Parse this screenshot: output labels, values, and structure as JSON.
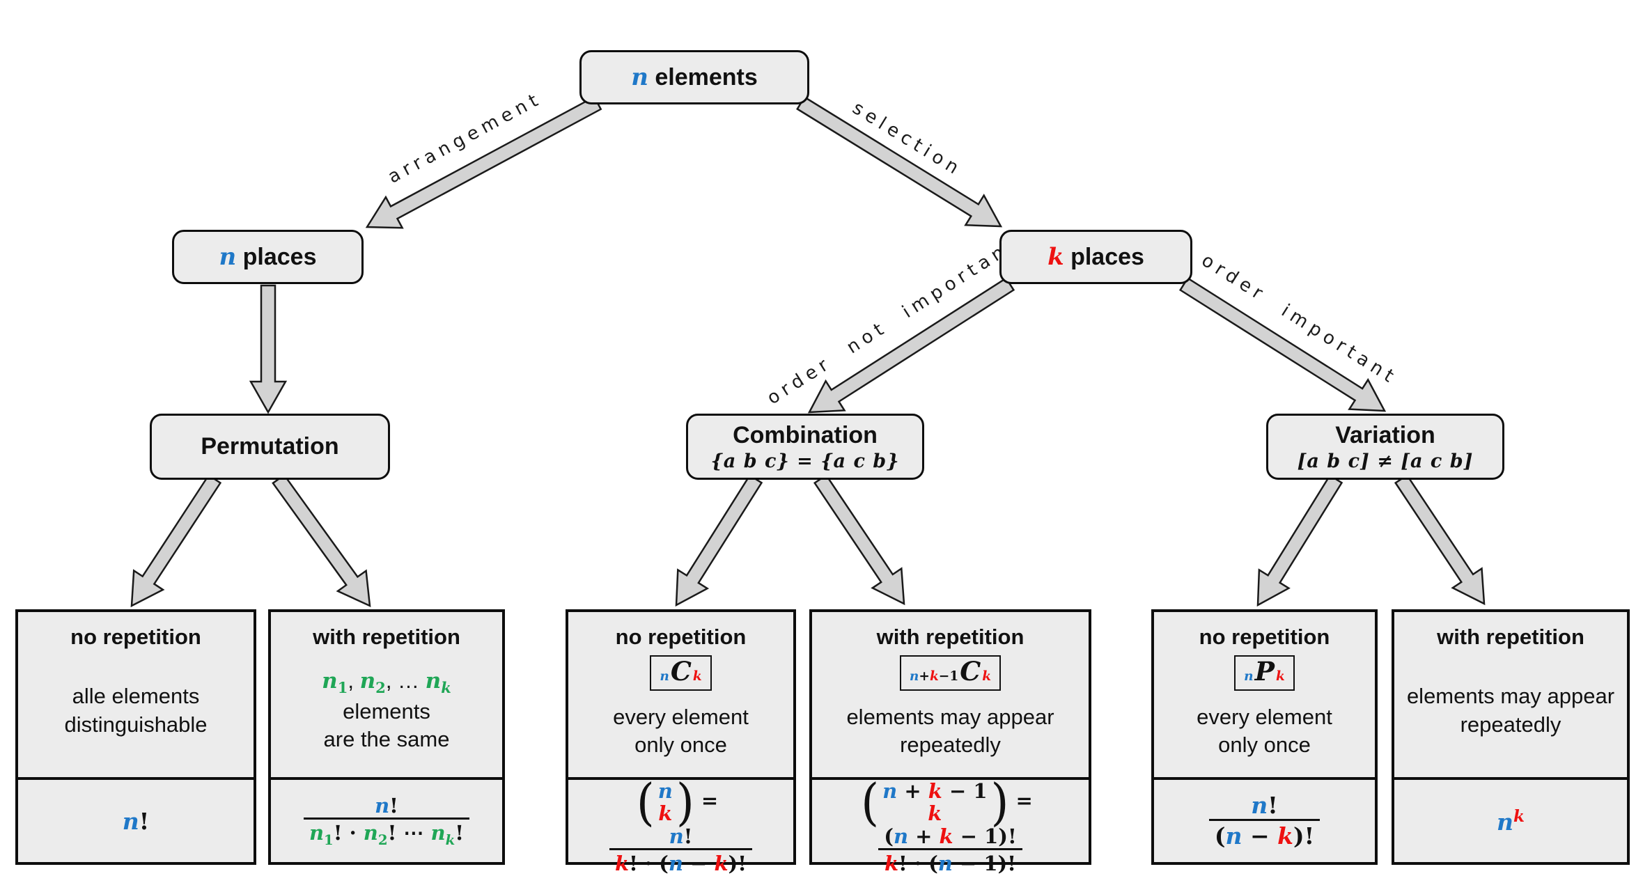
{
  "accent_colors": {
    "blue": "#1f78c8",
    "red": "#ee1111",
    "green": "#1fa656",
    "box_fill": "#ececec",
    "arrow_fill": "#d3d3d3"
  },
  "nodes": {
    "root": {
      "label_html": "<span class='vi b'>n</span> elements"
    },
    "n_places": {
      "label_html": "<span class='vi b'>n</span> places"
    },
    "k_places": {
      "label_html": "<span class='vi r'>k</span> places"
    },
    "permutation": {
      "title": "Permutation",
      "subtitle": ""
    },
    "combination": {
      "title": "Combination",
      "subtitle": "{a b c} = {a c b}"
    },
    "variation": {
      "title": "Variation",
      "subtitle": "[a b c] ≠ [a c b]"
    }
  },
  "edges": [
    {
      "from": "root",
      "to": "n_places",
      "label": "arrangement"
    },
    {
      "from": "root",
      "to": "k_places",
      "label": "selection"
    },
    {
      "from": "n_places",
      "to": "permutation",
      "label": ""
    },
    {
      "from": "k_places",
      "to": "combination",
      "label": "order not important"
    },
    {
      "from": "k_places",
      "to": "variation",
      "label": "order important"
    },
    {
      "from": "permutation",
      "to": "permutation-no-repetition",
      "label": ""
    },
    {
      "from": "permutation",
      "to": "permutation-with-repetition",
      "label": ""
    },
    {
      "from": "combination",
      "to": "combination-no-repetition",
      "label": ""
    },
    {
      "from": "combination",
      "to": "combination-with-repetition",
      "label": ""
    },
    {
      "from": "variation",
      "to": "variation-no-repetition",
      "label": ""
    },
    {
      "from": "variation",
      "to": "variation-with-repetition",
      "label": ""
    }
  ],
  "leaves": [
    {
      "id": "permutation-no-repetition",
      "heading": "no repetition",
      "desc_html": "alle elements<br>distinguishable",
      "formula_html": "<span class='vi b'>n</span>!"
    },
    {
      "id": "permutation-with-repetition",
      "heading": "with repetition",
      "desc_html": "<span class='vi g'>n</span><sub class='sb g'>1</sub>, <span class='vi g'>n</span><sub class='sb g'>2</sub>, … <span class='vi g'>n</span><sub class='sb vi g'>k</sub> elements<br>are the same",
      "formula_html": "<span class='frac'><span class='num'><span class='vi b'>n</span>!</span><span class='den'><span class='vi g'>n</span><sub class='sb g'>1</sub>! · <span class='vi g'>n</span><sub class='sb g'>2</sub>! ⋯ <span class='vi g'>n</span><sub class='sb vi g'>k</sub>!</span></span>"
    },
    {
      "id": "combination-no-repetition",
      "heading": "no repetition",
      "symbol_html": "<span class='sbox'><span class='presub'><span class='vi b'>n</span></span><span class='bigC'>C</span><span class='postsub'><span class='vi r'>k</span></span></span>",
      "desc_html": "every element<br>only once",
      "formula_html": "<span class='binom'><span class='paren'>(</span><span class='stack'><span><span class='vi b'>n</span></span><span><span class='vi r'>k</span></span></span><span class='paren'>)</span></span><span class='eq'>=</span><span class='frac'><span class='num'><span class='vi b'>n</span>!</span><span class='den'><span class='vi r'>k</span>! · (<span class='vi b'>n</span> − <span class='vi r'>k</span>)!</span></span>"
    },
    {
      "id": "combination-with-repetition",
      "heading": "with repetition",
      "symbol_html": "<span class='sbox'><span class='presub'><span class='vi b'>n</span>+<span class='vi r'>k</span>−1</span><span class='bigC'>C</span><span class='postsub'><span class='vi r'>k</span></span></span>",
      "desc_html": "elements may appear<br>repeatedly",
      "formula_html": "<span class='binom'><span class='paren'>(</span><span class='stack'><span><span class='vi b'>n</span> + <span class='vi r'>k</span> − 1</span><span><span class='vi r'>k</span></span></span><span class='paren'>)</span></span><span class='eq'>=</span><span class='frac'><span class='num'>(<span class='vi b'>n</span> + <span class='vi r'>k</span> − 1)!</span><span class='den'><span class='vi r'>k</span>! · (<span class='vi b'>n</span> − 1)!</span></span>"
    },
    {
      "id": "variation-no-repetition",
      "heading": "no repetition",
      "symbol_html": "<span class='sbox'><span class='presub'><span class='vi b'>n</span></span><span class='bigC'>P</span><span class='postsub'><span class='vi r'>k</span></span></span>",
      "desc_html": "every element<br>only once",
      "formula_html": "<span class='frac'><span class='num'><span class='vi b'>n</span>!</span><span class='den'>(<span class='vi b'>n</span> − <span class='vi r'>k</span>)!</span></span>"
    },
    {
      "id": "variation-with-repetition",
      "heading": "with repetition",
      "desc_html": "elements may appear<br>repeatedly",
      "formula_html": "<span class='vi b'>n</span><sup class='vi r supk'>k</sup>"
    }
  ]
}
